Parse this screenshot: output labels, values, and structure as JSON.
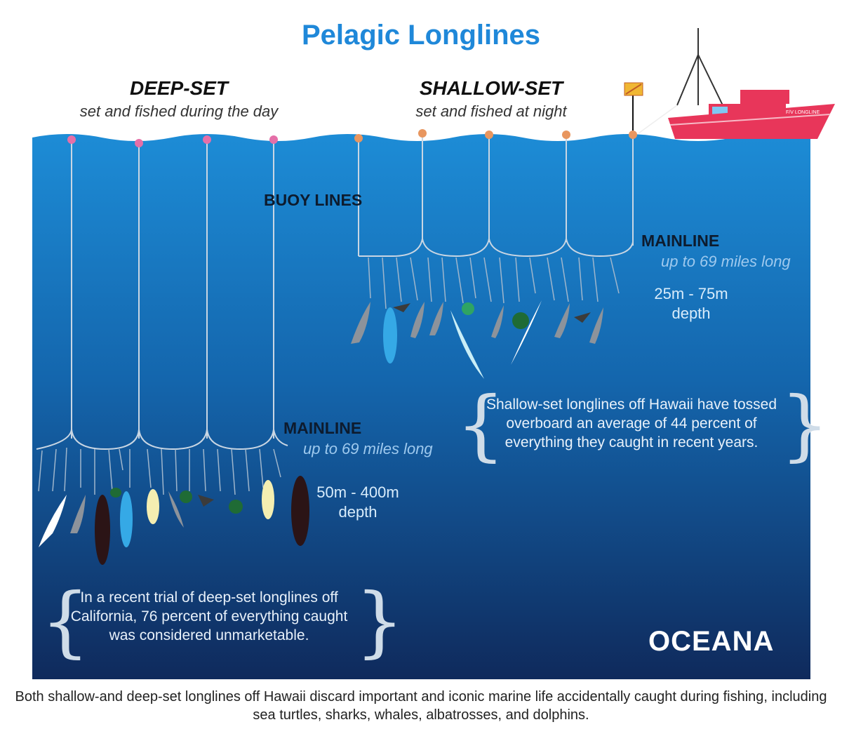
{
  "title": "Pelagic Longlines",
  "deep": {
    "heading": "DEEP-SET",
    "subheading": "set and fished during the day",
    "mainline_label": "MAINLINE",
    "mainline_sub": "up to 69 miles long",
    "depth_range": "50m - 400m",
    "depth_word": "depth",
    "note": "In a recent trial of deep-set longlines off California, 76 percent of everything caught was considered unmarketable."
  },
  "shallow": {
    "heading": "SHALLOW-SET",
    "subheading": "set and fished at night",
    "mainline_label": "MAINLINE",
    "mainline_sub": "up to 69 miles long",
    "depth_range": "25m - 75m",
    "depth_word": "depth",
    "note": "Shallow-set longlines off Hawaii have tossed overboard an average of 44 percent of everything they caught in recent years."
  },
  "buoy_lines_label": "BUOY LINES",
  "boat_name": "F/V LONGLINE",
  "logo": "OCEANA",
  "caption": "Both shallow-and deep-set longlines off Hawaii discard important and iconic marine life accidentally caught during fishing, including sea turtles, sharks, whales, albatrosses, and dolphins.",
  "colors": {
    "title": "#1f88d9",
    "ocean_top": "#1d8cd6",
    "ocean_bottom": "#0f2a5c",
    "deep_buoy": "#e56fa8",
    "shallow_buoy": "#e8965f",
    "boat_hull": "#e8365a"
  }
}
